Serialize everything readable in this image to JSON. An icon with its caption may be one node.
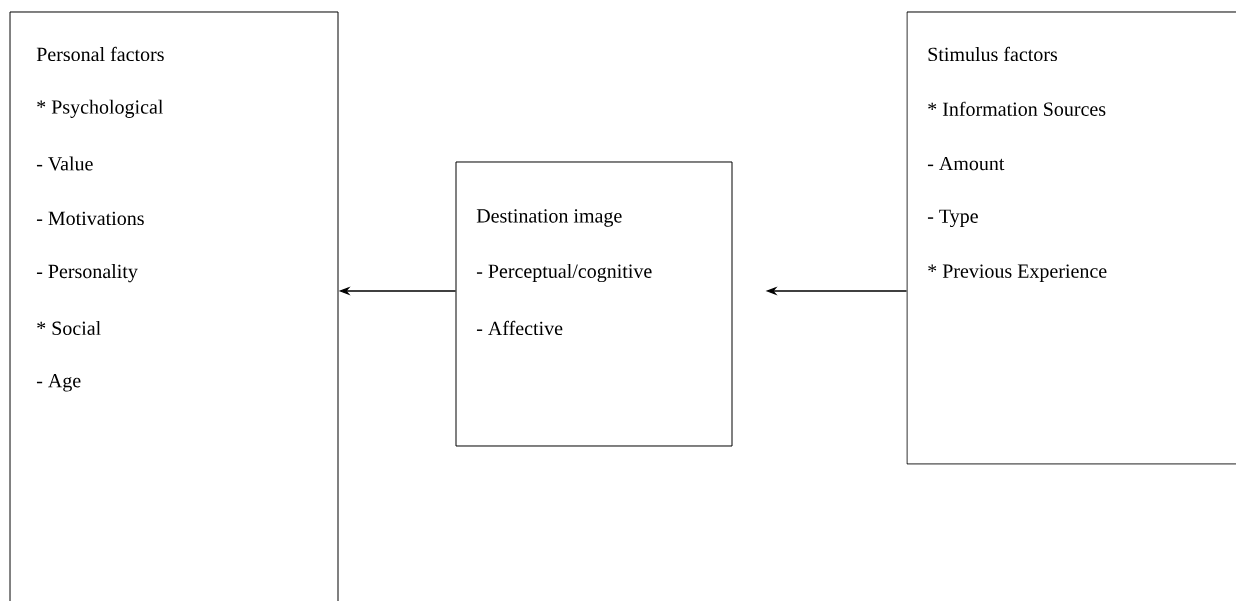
{
  "diagram": {
    "nodes": [
      {
        "text": [
          "Personal factors",
          "* Psychological",
          "- Value",
          "- Motivations",
          "- Personality",
          "* Social",
          "- Age"
        ]
      },
      {
        "text": [
          "Destination image",
          "- Perceptual/cognitive",
          "- Affective"
        ]
      },
      {
        "text": [
          "Stimulus factors",
          "* Information Sources",
          "- Amount",
          "- Type",
          "* Previous Experience"
        ]
      }
    ],
    "edges": [
      {
        "from": 1,
        "to": 0,
        "arrow": "to"
      },
      {
        "from": 2,
        "to": 1,
        "arrow": "to"
      }
    ]
  }
}
